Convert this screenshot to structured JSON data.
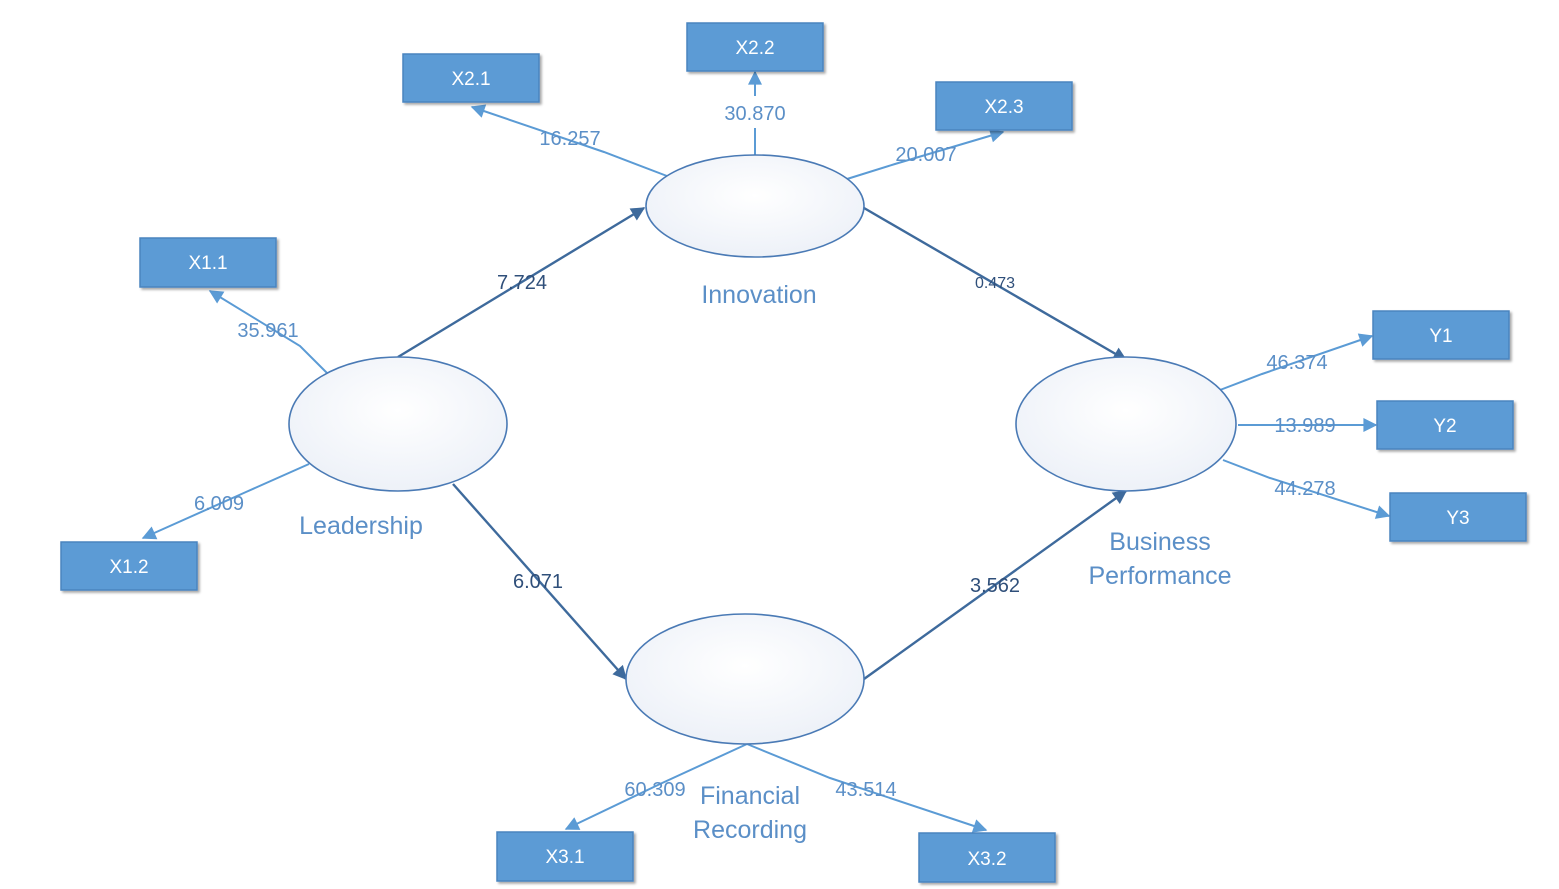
{
  "colors": {
    "box_fill": "#5b9bd5",
    "box_border": "#4a84bf",
    "outer_arrow": "#5b9bd5",
    "inner_arrow": "#3e6a9c",
    "latent_text": "#5b8fc7",
    "coef_outer_text": "#5b8fc7",
    "coef_inner_text": "#2f4f7a"
  },
  "constructs": {
    "leadership": "Leadership",
    "innovation": "Innovation",
    "financial_line1": "Financial",
    "financial_line2": "Recording",
    "business_line1": "Business",
    "business_line2": "Performance"
  },
  "indicators": {
    "x1_1": "X1.1",
    "x1_2": "X1.2",
    "x2_1": "X2.1",
    "x2_2": "X2.2",
    "x2_3": "X2.3",
    "x3_1": "X3.1",
    "x3_2": "X3.2",
    "y1": "Y1",
    "y2": "Y2",
    "y3": "Y3"
  },
  "loadings": {
    "x1_1": "35.961",
    "x1_2": "6.009",
    "x2_1": "16.257",
    "x2_2": "30.870",
    "x2_3": "20.007",
    "x3_1": "60.309",
    "x3_2": "43.514",
    "y1": "46.374",
    "y2": "13.989",
    "y3": "44.278"
  },
  "paths": {
    "leadership_innovation": "7.724",
    "leadership_financial": "6.071",
    "innovation_business": "0.473",
    "financial_business": "3.562"
  }
}
